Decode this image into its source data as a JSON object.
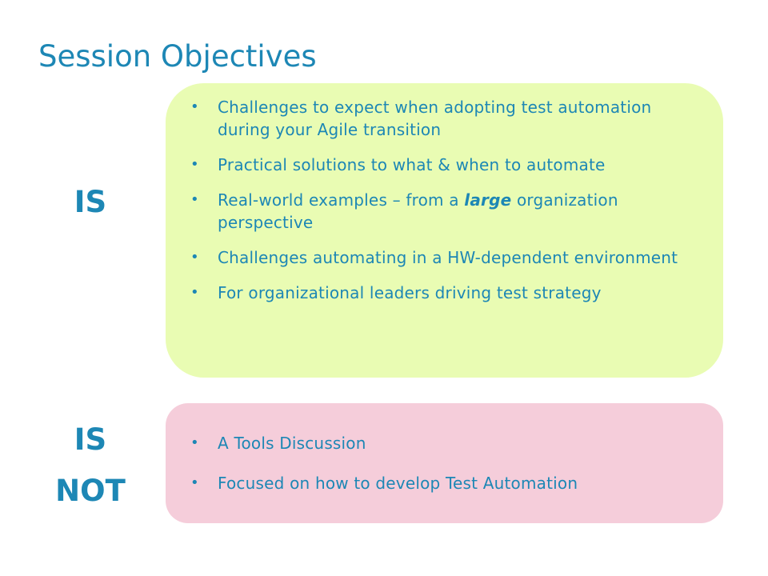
{
  "slide": {
    "title": "Session Objectives"
  },
  "is_section": {
    "label": "IS",
    "items": [
      "Challenges to expect when adopting test automation during your Agile transition",
      "Practical solutions to what & when to automate",
      {
        "before": "Real-world examples – from a ",
        "emphasis": "large",
        "after": " organization perspective"
      },
      "Challenges automating in a HW-dependent environment",
      "For organizational leaders driving test strategy"
    ]
  },
  "is_not_section": {
    "label_line1": "IS",
    "label_line2": "NOT",
    "items": [
      "A Tools Discussion",
      "Focused on how to develop Test Automation"
    ]
  },
  "colors": {
    "text_accent": "#1d87b5",
    "is_box_bg": "#e9fcb3",
    "is_not_box_bg": "#f5cdda"
  },
  "icons": {
    "bullet": "bullet-dot"
  }
}
